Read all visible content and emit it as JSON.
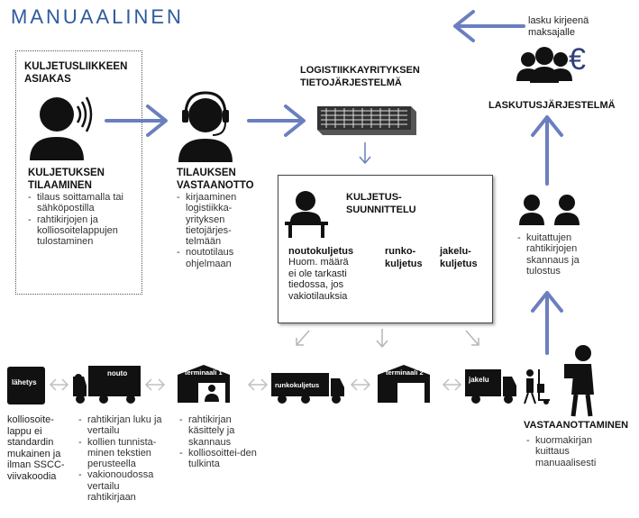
{
  "title": "MANUAALINEN",
  "colors": {
    "accent": "#2f5a9e",
    "arrow": "#6b7fbf",
    "ink": "#111111"
  },
  "customer_box": {
    "heading": [
      "KULJETUSLIIKKEEN",
      "ASIAKAS"
    ],
    "step_title": [
      "KULJETUKSEN",
      "TILAAMINEN"
    ],
    "items": [
      "tilaus soittamalla tai sähköpostilla",
      "rahtikirjojen ja kolliosoitelappujen tulostaminen"
    ]
  },
  "order_reception": {
    "step_title": [
      "TILAUKSEN",
      "VASTAANOTTO"
    ],
    "items": [
      "kirjaaminen logistiikka-yrityksen tietojärjes-telmään",
      "noutotilaus ohjelmaan"
    ]
  },
  "logistics_system": {
    "heading": [
      "LOGISTIIKKAYRITYKSEN",
      "TIETOJÄRJESTELMÄ"
    ]
  },
  "planning": {
    "heading": [
      "KULJETUS-",
      "SUUNNITTELU"
    ],
    "col1_title": "noutokuljetus",
    "col1_text": [
      "Huom. määrä",
      "ei ole tarkasti",
      "tiedossa, jos",
      "vakiotilauksia"
    ],
    "col2_title": [
      "runko-",
      "kuljetus"
    ],
    "col3_title": [
      "jakelu-",
      "kuljetus"
    ]
  },
  "billing": {
    "note": [
      "lasku kirjeenä",
      "maksajalle"
    ],
    "currency": "€",
    "heading": "LASKUTUSJÄRJESTELMÄ"
  },
  "scanning": {
    "items": [
      "kuitattujen rahtikirjojen skannaus ja tulostus"
    ]
  },
  "chain": {
    "labels": [
      "lähetys",
      "nouto",
      "terminaali 1",
      "runkokuljetus",
      "terminaali 2",
      "jakelu"
    ]
  },
  "bottom": {
    "col1": [
      "kolliosoite-",
      "lappu ei",
      "standardin",
      "mukainen ja",
      "ilman SSCC-",
      "viivakoodia"
    ],
    "col2_items": [
      "rahtikirjan luku ja vertailu",
      "kollien tunnista-minen tekstien perusteella",
      "vakionoudossa vertailu rahtikirjaan"
    ],
    "col3_items": [
      "rahtikirjan käsittely ja skannaus",
      "kolliosoittei-den tulkinta"
    ],
    "receiver_title": "VASTAANOTTAMINEN",
    "receiver_items": [
      "kuormakirjan kuittaus manuaalisesti"
    ]
  }
}
